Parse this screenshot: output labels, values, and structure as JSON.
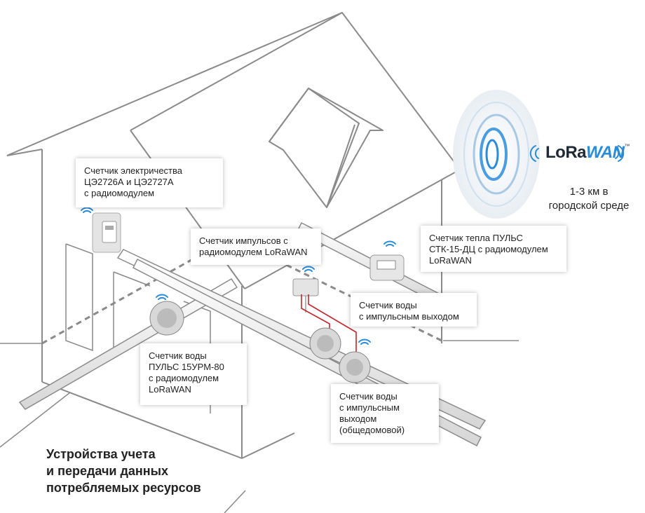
{
  "callouts": {
    "electricity": {
      "lines": [
        "Счетчик электричества",
        "ЦЭ2726А и ЦЭ2727А",
        "с радиомодулем"
      ]
    },
    "pulse_counter": {
      "lines": [
        "Счетчик импульсов с",
        "радиомодулем LoRaWAN"
      ]
    },
    "heat": {
      "lines": [
        "Счетчик тепла ПУЛЬС",
        "СТК-15-ДЦ с радиомодулем",
        "LoRaWAN"
      ]
    },
    "water_pulse": {
      "lines": [
        "Счетчик воды",
        "с импульсным выходом"
      ]
    },
    "water_pulse15": {
      "lines": [
        "Счетчик воды",
        "ПУЛЬС 15УРМ-80",
        "с радиомодулем",
        "LoRaWAN"
      ]
    },
    "water_common": {
      "lines": [
        "Счетчик воды",
        "с импульсным",
        "выходом",
        "(общедомовой)"
      ]
    }
  },
  "lorawan": {
    "logo_part1": "LoRa",
    "logo_part2": "WAN",
    "logo_tm": "™",
    "range_lines": [
      "1-3 км в",
      "городской среде"
    ]
  },
  "caption": {
    "lines": [
      "Устройства учета",
      "и передачи данных",
      "потребляемых ресурсов"
    ]
  },
  "icons": [
    "wifi-signal-icon",
    "electricity-meter-icon",
    "pulse-counter-icon",
    "heat-meter-icon",
    "water-meter-icon",
    "radio-waves-icon"
  ],
  "colors": {
    "outline": "#8a8a8a",
    "pipe": "#c8c8c8",
    "wire": "#c0272d",
    "lora_blue": "#2a8bd8"
  }
}
